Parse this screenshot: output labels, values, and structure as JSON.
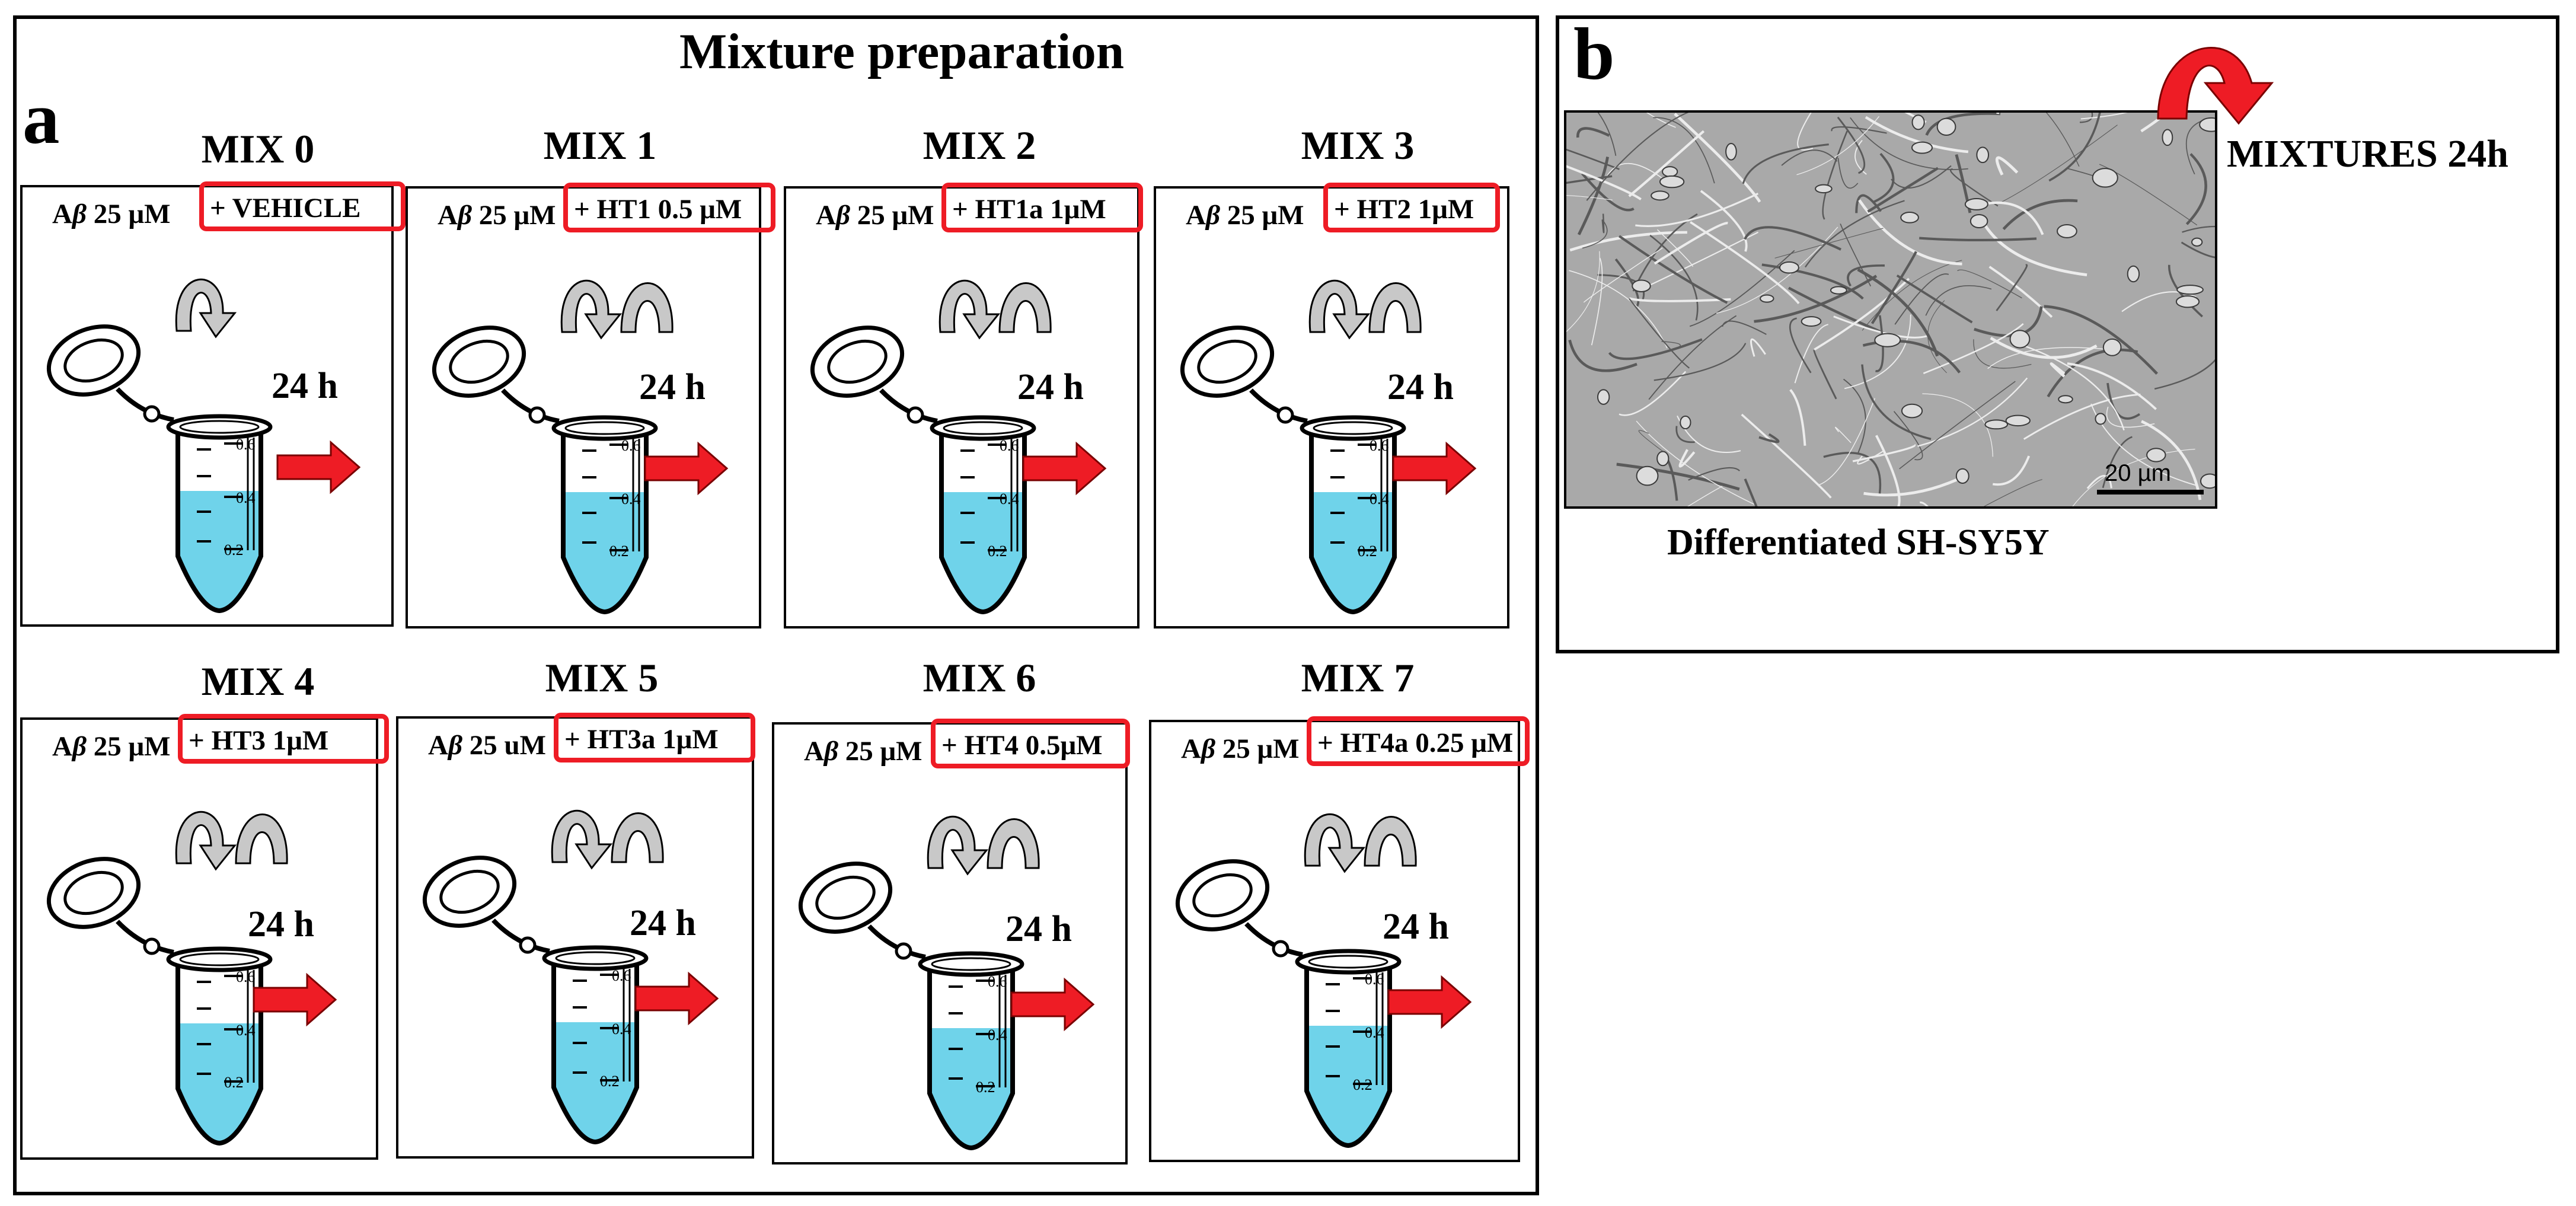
{
  "panel_a": {
    "letter": "a",
    "title": "Mixture preparation",
    "time_label": "24 h",
    "mixes": [
      {
        "label": "MIX 0",
        "base_prefix": "A",
        "base_beta": "β",
        "base_suffix": " 25 μM",
        "addition": "+ VEHICLE"
      },
      {
        "label": "MIX 1",
        "base_prefix": "A",
        "base_beta": "β",
        "base_suffix": " 25 μM",
        "addition": "+ HT1 0.5 μM"
      },
      {
        "label": "MIX  2",
        "base_prefix": "A",
        "base_beta": "β",
        "base_suffix": " 25 μM",
        "addition": "+ HT1a 1μM"
      },
      {
        "label": "MIX  3",
        "base_prefix": "A",
        "base_beta": "β",
        "base_suffix": " 25 μM",
        "addition": "+ HT2 1μM"
      },
      {
        "label": "MIX 4",
        "base_prefix": "A",
        "base_beta": "β",
        "base_suffix": " 25 μM",
        "addition": "+ HT3 1μM"
      },
      {
        "label": "MIX 5",
        "base_prefix": "A",
        "base_beta": "β",
        "base_suffix": " 25 uM",
        "addition": "+ HT3a 1μM"
      },
      {
        "label": "MIX  6",
        "base_prefix": "A",
        "base_beta": "β",
        "base_suffix": " 25 μM",
        "addition": "+ HT4 0.5μM"
      },
      {
        "label": "MIX  7",
        "base_prefix": "A",
        "base_beta": "β",
        "base_suffix": " 25 μM",
        "addition": "+ HT4a  0.25 μM"
      }
    ],
    "tube_marks": [
      "0.6",
      "0.4",
      "0.2"
    ]
  },
  "panel_b": {
    "letter": "b",
    "arrow_label": "MIXTURES  24h",
    "caption": "Differentiated  SH-SY5Y",
    "scale_bar_label": "20 µm"
  },
  "colors": {
    "accent_red": "#ee1c25",
    "liquid_blue": "#6fd3ea",
    "micrograph_gray": "#a9a9a9"
  }
}
